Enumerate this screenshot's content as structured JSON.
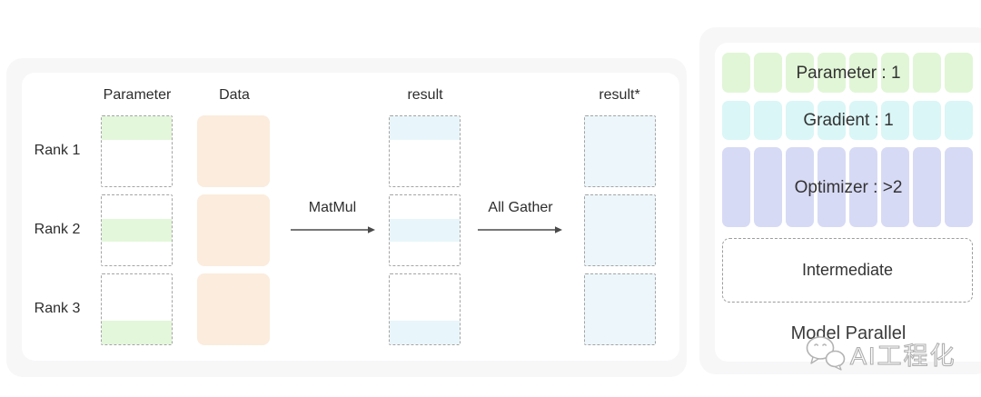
{
  "colors": {
    "parameter_fill": "#e3f7da",
    "data_fill": "#fbecdd",
    "result_fill": "#e8f6fb",
    "result_star_fill": "#edf7fb",
    "legend_parameter": "#e1f6d6",
    "legend_gradient": "#daf6f7",
    "legend_optimizer": "#d7daf5"
  },
  "left_panel": {
    "column_headers": {
      "parameter": "Parameter",
      "data": "Data",
      "result": "result",
      "result_star": "result*"
    },
    "ranks": [
      "Rank 1",
      "Rank 2",
      "Rank 3"
    ],
    "operations": {
      "matmul": "MatMul",
      "all_gather": "All Gather"
    }
  },
  "right_panel": {
    "rows": [
      {
        "id": "parameter",
        "label": "Parameter : 1",
        "cells": 8,
        "cell_color": "#e1f6d6"
      },
      {
        "id": "gradient",
        "label": "Gradient : 1",
        "cells": 8,
        "cell_color": "#daf6f7"
      },
      {
        "id": "optimizer",
        "label": "Optimizer : >2",
        "cells": 8,
        "cell_color": "#d7daf5"
      }
    ],
    "intermediate_label": "Intermediate",
    "title": "Model Parallel"
  },
  "watermark": {
    "text": "AI工程化",
    "icon": "wechat-icon"
  }
}
